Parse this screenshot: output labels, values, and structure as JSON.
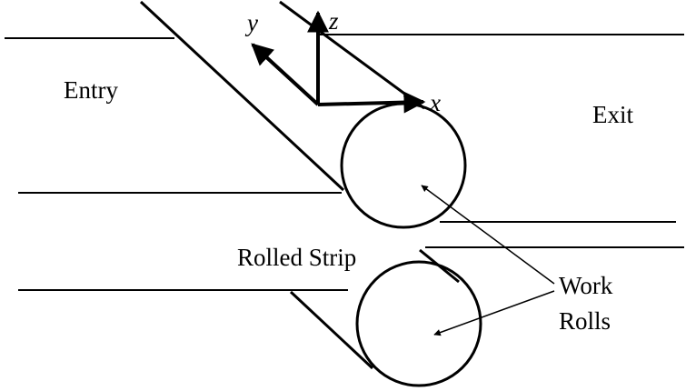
{
  "labels": {
    "entry": "Entry",
    "exit": "Exit",
    "rolled_strip": "Rolled Strip",
    "work_rolls_line1": "Work",
    "work_rolls_line2": "Rolls"
  },
  "axes": {
    "x": "x",
    "y": "y",
    "z": "z"
  },
  "colors": {
    "stroke": "#000000",
    "background": "#ffffff"
  }
}
